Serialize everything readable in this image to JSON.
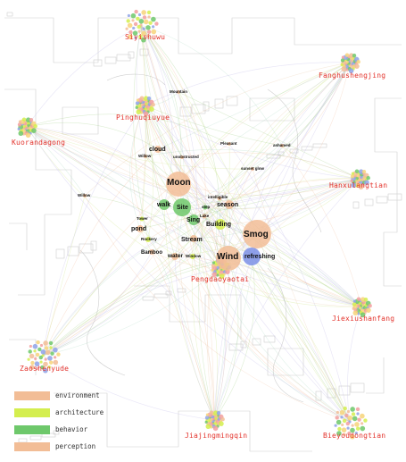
{
  "colors": {
    "environment": "#f2bd96",
    "architecture": "#d4ee4e",
    "behavior": "#6ec86b",
    "perception": "#f2bd96",
    "site_text": "#e3322b"
  },
  "sites": [
    {
      "key": "siyishuwu",
      "label": "Siyishuwu"
    },
    {
      "key": "fanghushengjing",
      "label": "Fanghushengjing"
    },
    {
      "key": "pinghuqiuyue",
      "label": "Pinghuqiuyue"
    },
    {
      "key": "kuorandagong",
      "label": "Kuorandagong"
    },
    {
      "key": "hanxulangtian",
      "label": "Hanxulangtian"
    },
    {
      "key": "pengdaoyaotai",
      "label": "Pengdaoyaotai"
    },
    {
      "key": "jiexiushanfang",
      "label": "Jiexiushanfang"
    },
    {
      "key": "zaoshenyude",
      "label": "Zaoshenyude"
    },
    {
      "key": "jiajingmingqin",
      "label": "Jiajingmingqin"
    },
    {
      "key": "bieyoudongtian",
      "label": "Bieyoudongtian"
    }
  ],
  "nodes": [
    {
      "key": "moon",
      "label": "Moon",
      "cat": "environment"
    },
    {
      "key": "smog",
      "label": "Smog",
      "cat": "environment"
    },
    {
      "key": "wind",
      "label": "Wind",
      "cat": "environment"
    },
    {
      "key": "walk",
      "label": "walk",
      "cat": "behavior"
    },
    {
      "key": "site",
      "label": "Site",
      "cat": "behavior"
    },
    {
      "key": "sing",
      "label": "Sing",
      "cat": "behavior"
    },
    {
      "key": "building",
      "label": "Building",
      "cat": "architecture"
    },
    {
      "key": "season",
      "label": "season",
      "cat": "environment"
    },
    {
      "key": "refreshing",
      "label": "refreshing",
      "cat": "perception"
    },
    {
      "key": "stream",
      "label": "Stream",
      "cat": "environment"
    },
    {
      "key": "pond",
      "label": "pond",
      "cat": "environment"
    },
    {
      "key": "cloud",
      "label": "cloud",
      "cat": "environment"
    },
    {
      "key": "water",
      "label": "water",
      "cat": "environment"
    },
    {
      "key": "bamboo",
      "label": "Bamboo",
      "cat": "environment"
    },
    {
      "key": "rockery",
      "label": "Rockery",
      "cat": "architecture"
    },
    {
      "key": "window",
      "label": "Window",
      "cat": "architecture"
    },
    {
      "key": "tower",
      "label": "Tower",
      "cat": "architecture"
    },
    {
      "key": "lake",
      "label": "Lake",
      "cat": "environment"
    },
    {
      "key": "step",
      "label": "step",
      "cat": "behavior"
    },
    {
      "key": "intelligible",
      "label": "intelligible",
      "cat": "perception"
    },
    {
      "key": "willow",
      "label": "Willow",
      "cat": "environment"
    },
    {
      "key": "willow2",
      "label": "Willow",
      "cat": "environment"
    },
    {
      "key": "mountain",
      "label": "Mountain",
      "cat": "environment"
    },
    {
      "key": "pleasant",
      "label": "Pleasant",
      "cat": "perception"
    },
    {
      "key": "ashamed",
      "label": "ashamed",
      "cat": "perception"
    },
    {
      "key": "sunsetglow",
      "label": "sunset glow",
      "cat": "environment"
    },
    {
      "key": "unobstructed",
      "label": "unobstructed",
      "cat": "perception"
    }
  ],
  "legend": [
    {
      "key": "environment",
      "label": "environment"
    },
    {
      "key": "architecture",
      "label": "architecture"
    },
    {
      "key": "behavior",
      "label": "behavior"
    },
    {
      "key": "perception",
      "label": "perception"
    }
  ]
}
